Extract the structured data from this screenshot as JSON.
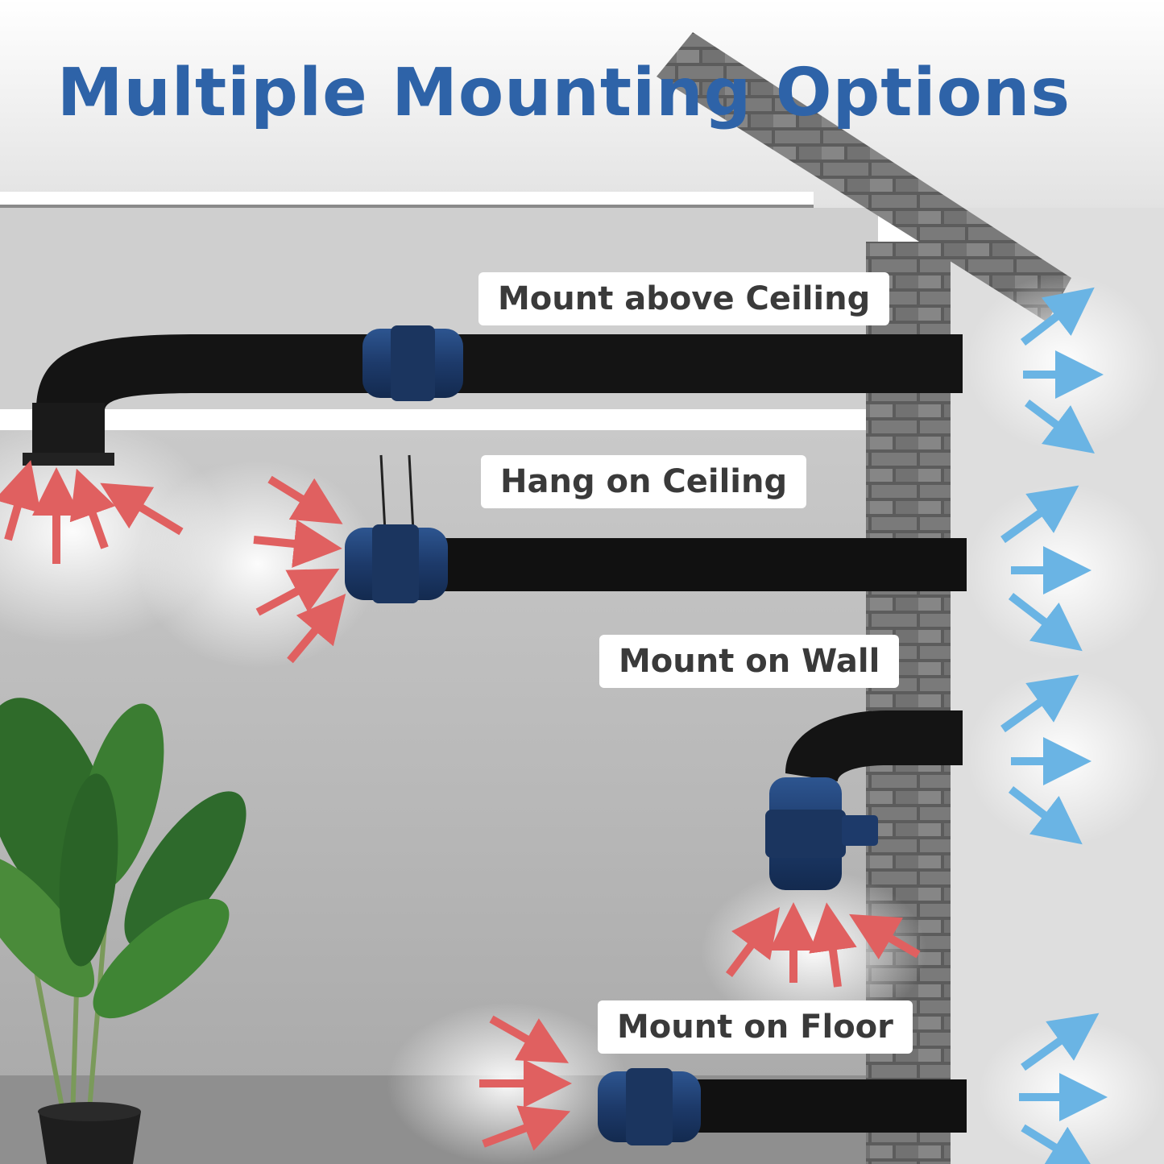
{
  "title": "Multiple Mounting Options",
  "labels": {
    "above_ceiling": "Mount above Ceiling",
    "hang_ceiling": "Hang on Ceiling",
    "wall": "Mount on Wall",
    "floor": "Mount on Floor"
  },
  "colors": {
    "title": "#2e63a8",
    "fan_body": "#1f3f73",
    "duct": "#111111",
    "intake_arrow": "#e06060",
    "exhaust_arrow": "#6ab4e4",
    "brick": "#6e6e6e"
  },
  "icons": [
    "fan-icon",
    "duct-icon",
    "intake-arrow-icon",
    "exhaust-arrow-icon",
    "plant-icon",
    "brick-wall-icon"
  ]
}
